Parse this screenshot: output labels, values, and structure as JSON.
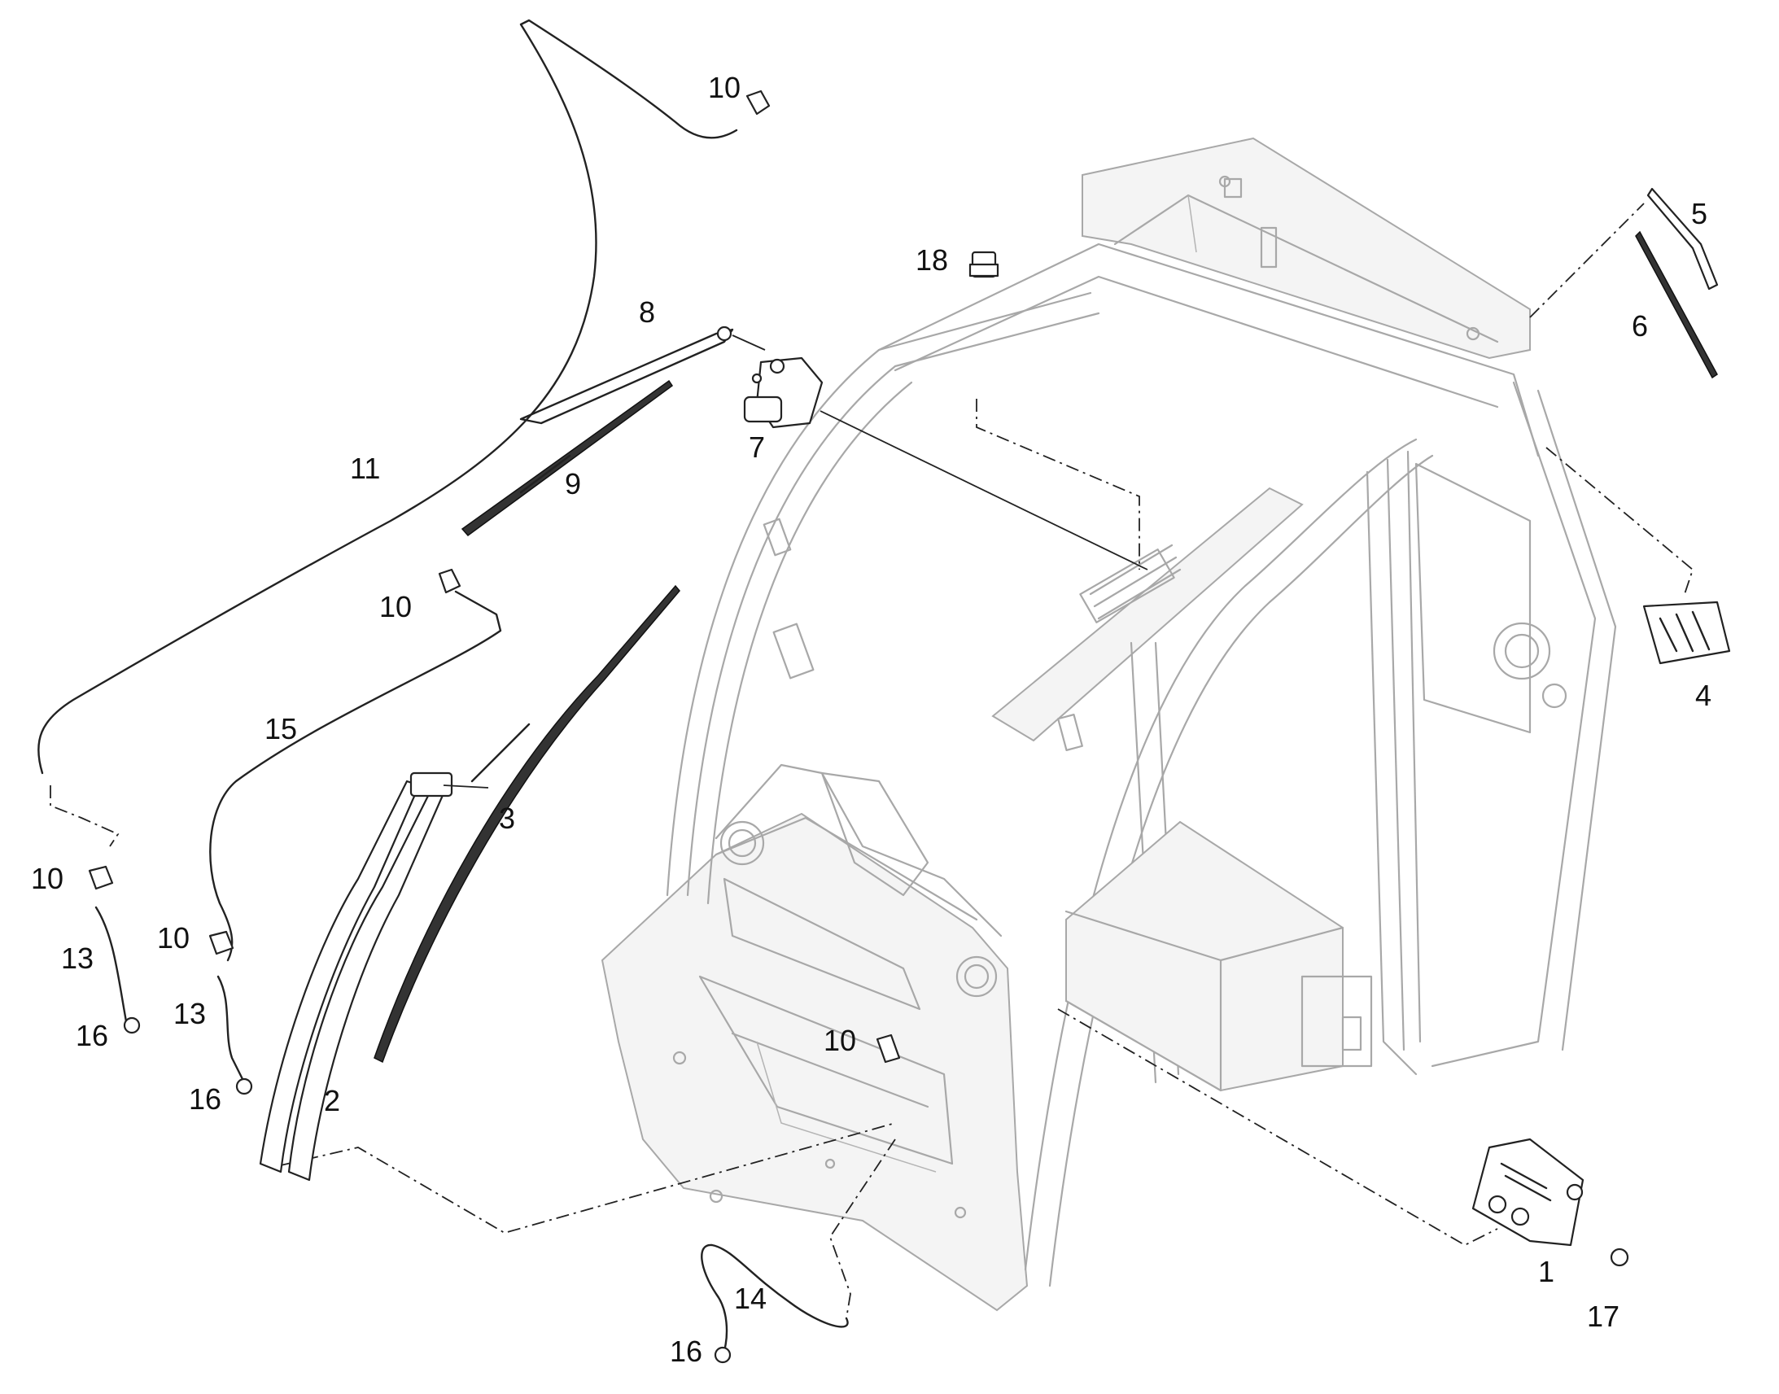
{
  "callouts": {
    "c1": "1",
    "c2": "2",
    "c3": "3",
    "c4": "4",
    "c5": "5",
    "c6": "6",
    "c7": "7",
    "c8": "8",
    "c9": "9",
    "c10_top": "10",
    "c10_left_mid": "10",
    "c10_left_low": "10",
    "c10_left_lower": "10",
    "c10_center": "10",
    "c11": "11",
    "c13_a": "13",
    "c13_b": "13",
    "c14": "14",
    "c15": "15",
    "c16_a": "16",
    "c16_b": "16",
    "c16_c": "16",
    "c17": "17",
    "c18": "18"
  }
}
